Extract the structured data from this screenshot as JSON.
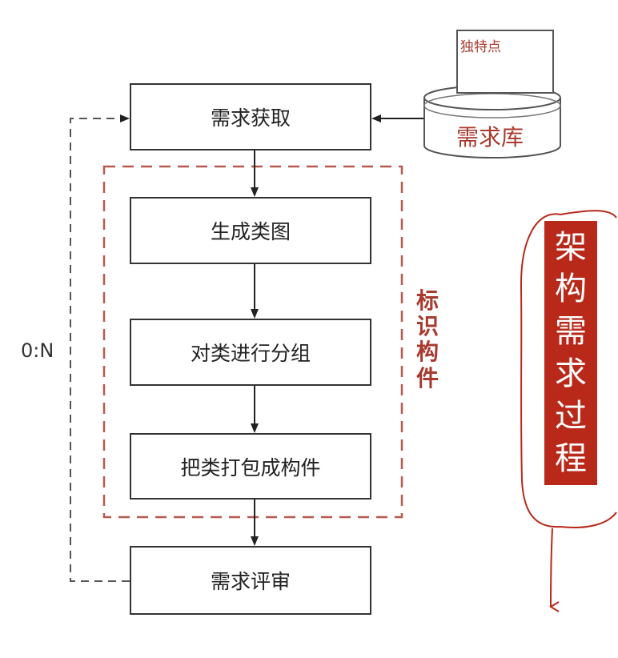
{
  "steps": {
    "acquire": "需求获取",
    "class_diagram": "生成类图",
    "group_classes": "对类进行分组",
    "package_components": "把类打包成构件",
    "review": "需求评审"
  },
  "loop_label": "0:N",
  "group_label_chars": [
    "标",
    "识",
    "构",
    "件"
  ],
  "repository": {
    "label": "需求库",
    "note": "独特点"
  },
  "title_chars": [
    "架",
    "构",
    "需",
    "求",
    "过",
    "程"
  ],
  "colors": {
    "accent_red": "#b8291a",
    "label_red": "#a83a2e",
    "box_border": "#333333"
  }
}
